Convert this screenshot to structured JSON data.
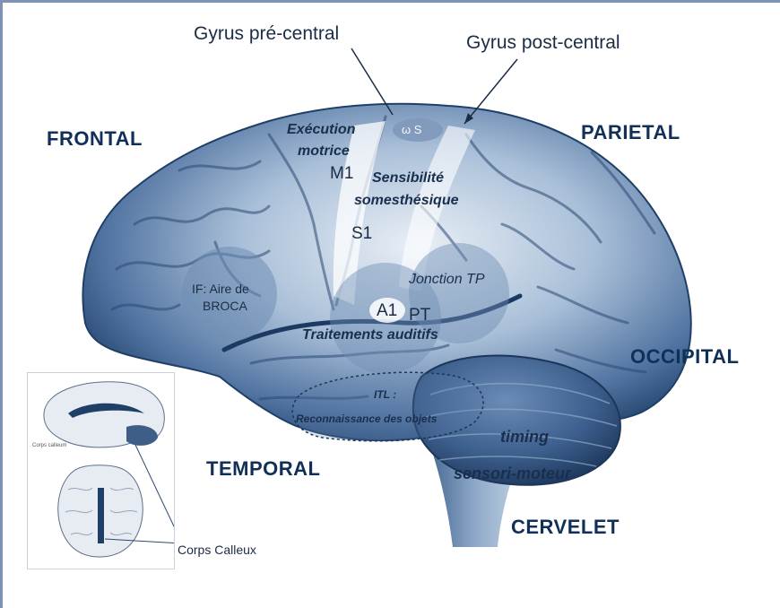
{
  "lobes": {
    "frontal": "FRONTAL",
    "parietal": "PARIETAL",
    "occipital": "OCCIPITAL",
    "temporal": "TEMPORAL",
    "cervelet": "CERVELET"
  },
  "gyri": {
    "pre_central": "Gyrus pré-central",
    "post_central": "Gyrus post-central"
  },
  "functions": {
    "execution_line1": "Exécution",
    "execution_line2": "motrice",
    "sensibilite_line1": "Sensibilité",
    "sensibilite_line2": "somesthésique",
    "traitements": "Traitements auditifs",
    "timing": "timing",
    "sensori": "sensori-moteur",
    "itl_line1": "ITL :",
    "itl_line2": "Reconnaissance des objets"
  },
  "areas": {
    "m1": "M1",
    "s1": "S1",
    "a1": "A1",
    "pt": "PT",
    "ws": "ω S",
    "broca_line1": "IF: Aire de",
    "broca_line2": "BROCA",
    "jonction": "Jonction TP"
  },
  "inset": {
    "corps_calleux": "Corps Calleux",
    "tiny_label": "Corps calleum"
  },
  "colors": {
    "brain_dark": "#1f3f66",
    "brain_mid": "#5d7fa8",
    "brain_light": "#dfe8f2",
    "circle_fill": "#6f8eb4",
    "frame": "#7d93b3"
  }
}
